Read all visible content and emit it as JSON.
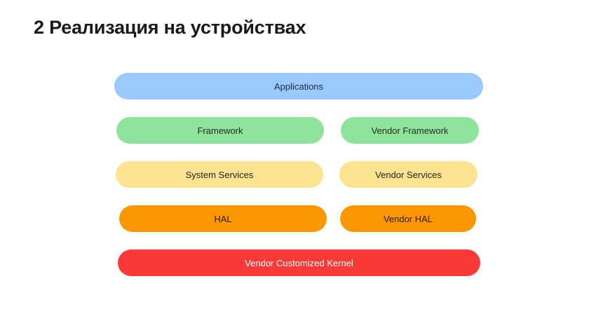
{
  "slide": {
    "title": "2 Реализация на устройствах",
    "background_color": "#FFFFFF",
    "title_color": "#1A1A1A"
  },
  "diagram": {
    "name": "android-vendor-stack",
    "rows": [
      {
        "id": "applications",
        "color": "#9CC9FB",
        "text_color": "#1F2A44",
        "blocks": [
          {
            "id": "applications",
            "label": "Applications"
          }
        ]
      },
      {
        "id": "framework",
        "color": "#90E39A",
        "text_color": "#1D2B1F",
        "blocks": [
          {
            "id": "framework",
            "label": "Framework"
          },
          {
            "id": "vendor-framework",
            "label": "Vendor Framework"
          }
        ]
      },
      {
        "id": "services",
        "color": "#FBE392",
        "text_color": "#2A2414",
        "blocks": [
          {
            "id": "system-services",
            "label": "System Services"
          },
          {
            "id": "vendor-services",
            "label": "Vendor Services"
          }
        ]
      },
      {
        "id": "hal",
        "color": "#FB9701",
        "text_color": "#2A1C00",
        "blocks": [
          {
            "id": "hal",
            "label": "HAL"
          },
          {
            "id": "vendor-hal",
            "label": "Vendor HAL"
          }
        ]
      },
      {
        "id": "kernel",
        "color": "#F93A38",
        "text_color": "#FFFFFF",
        "blocks": [
          {
            "id": "kernel",
            "label": "Vendor Customized Kernel"
          }
        ]
      }
    ]
  }
}
